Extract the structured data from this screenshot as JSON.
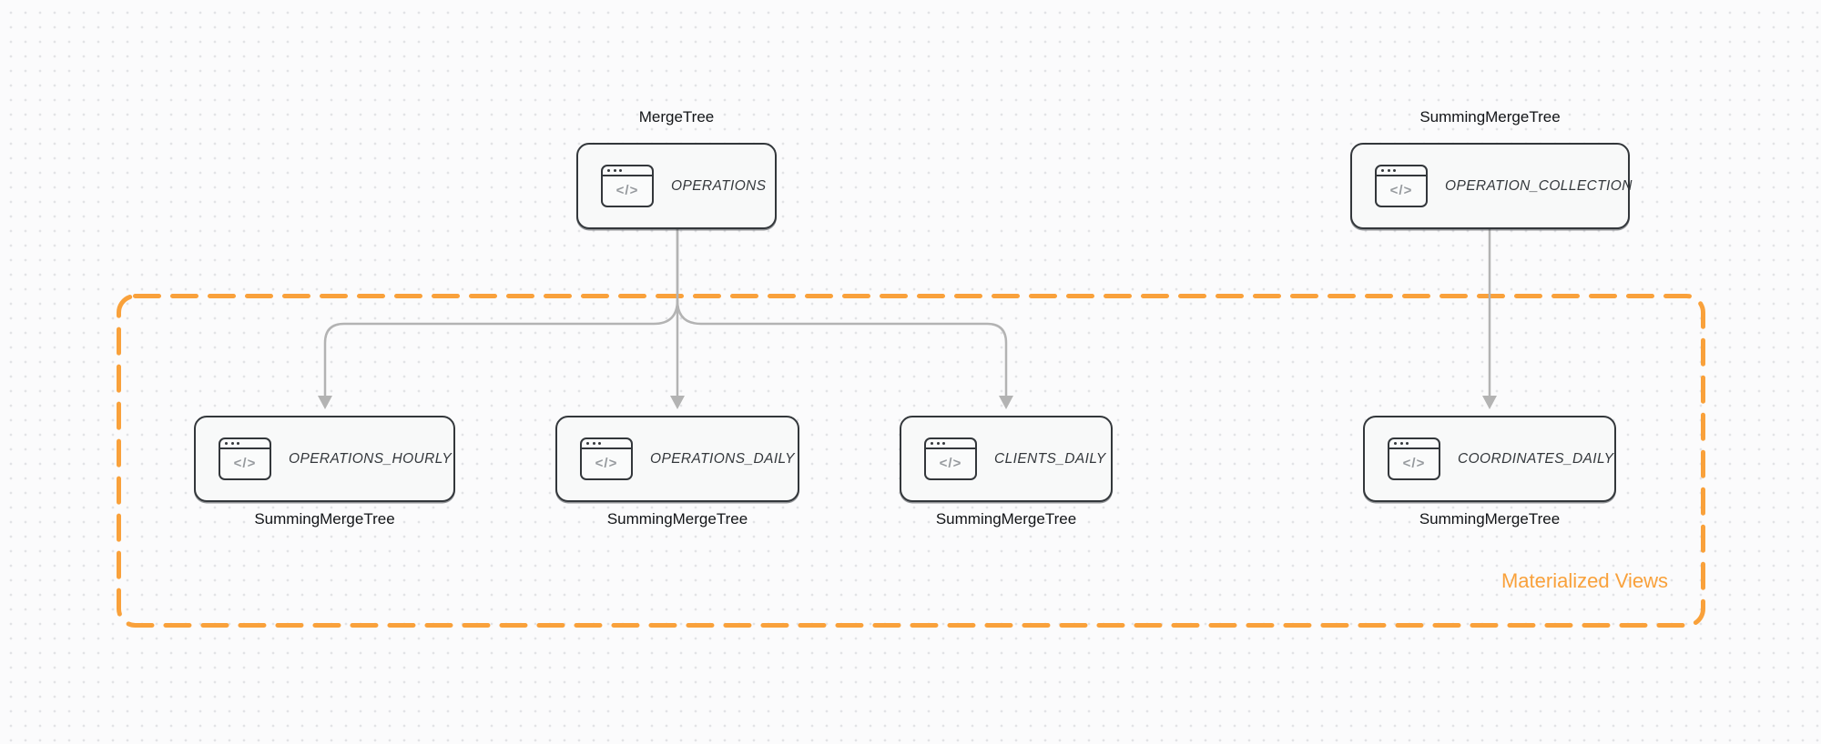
{
  "diagram": {
    "group": {
      "label": "Materialized Views"
    },
    "icons": {
      "code_glyph": "</>"
    },
    "colors": {
      "accent_orange": "#F9A13B",
      "node_border": "#33373B",
      "node_fill": "#F8F9F9",
      "arrow_gray": "#B3B3B3",
      "canvas_dot": "#E2E3E6"
    },
    "nodes": {
      "operations": {
        "table": "OPERATIONS",
        "engine": "MergeTree"
      },
      "operation_collection": {
        "table": "OPERATION_COLLECTION",
        "engine": "SummingMergeTree"
      },
      "operations_hourly": {
        "table": "OPERATIONS_HOURLY",
        "engine": "SummingMergeTree"
      },
      "operations_daily": {
        "table": "OPERATIONS_DAILY",
        "engine": "SummingMergeTree"
      },
      "clients_daily": {
        "table": "CLIENTS_DAILY",
        "engine": "SummingMergeTree"
      },
      "coordinates_daily": {
        "table": "COORDINATES_DAILY",
        "engine": "SummingMergeTree"
      }
    },
    "edges": [
      {
        "from": "OPERATIONS",
        "to": "OPERATIONS_HOURLY"
      },
      {
        "from": "OPERATIONS",
        "to": "OPERATIONS_DAILY"
      },
      {
        "from": "OPERATIONS",
        "to": "CLIENTS_DAILY"
      },
      {
        "from": "OPERATION_COLLECTION",
        "to": "COORDINATES_DAILY"
      }
    ]
  }
}
